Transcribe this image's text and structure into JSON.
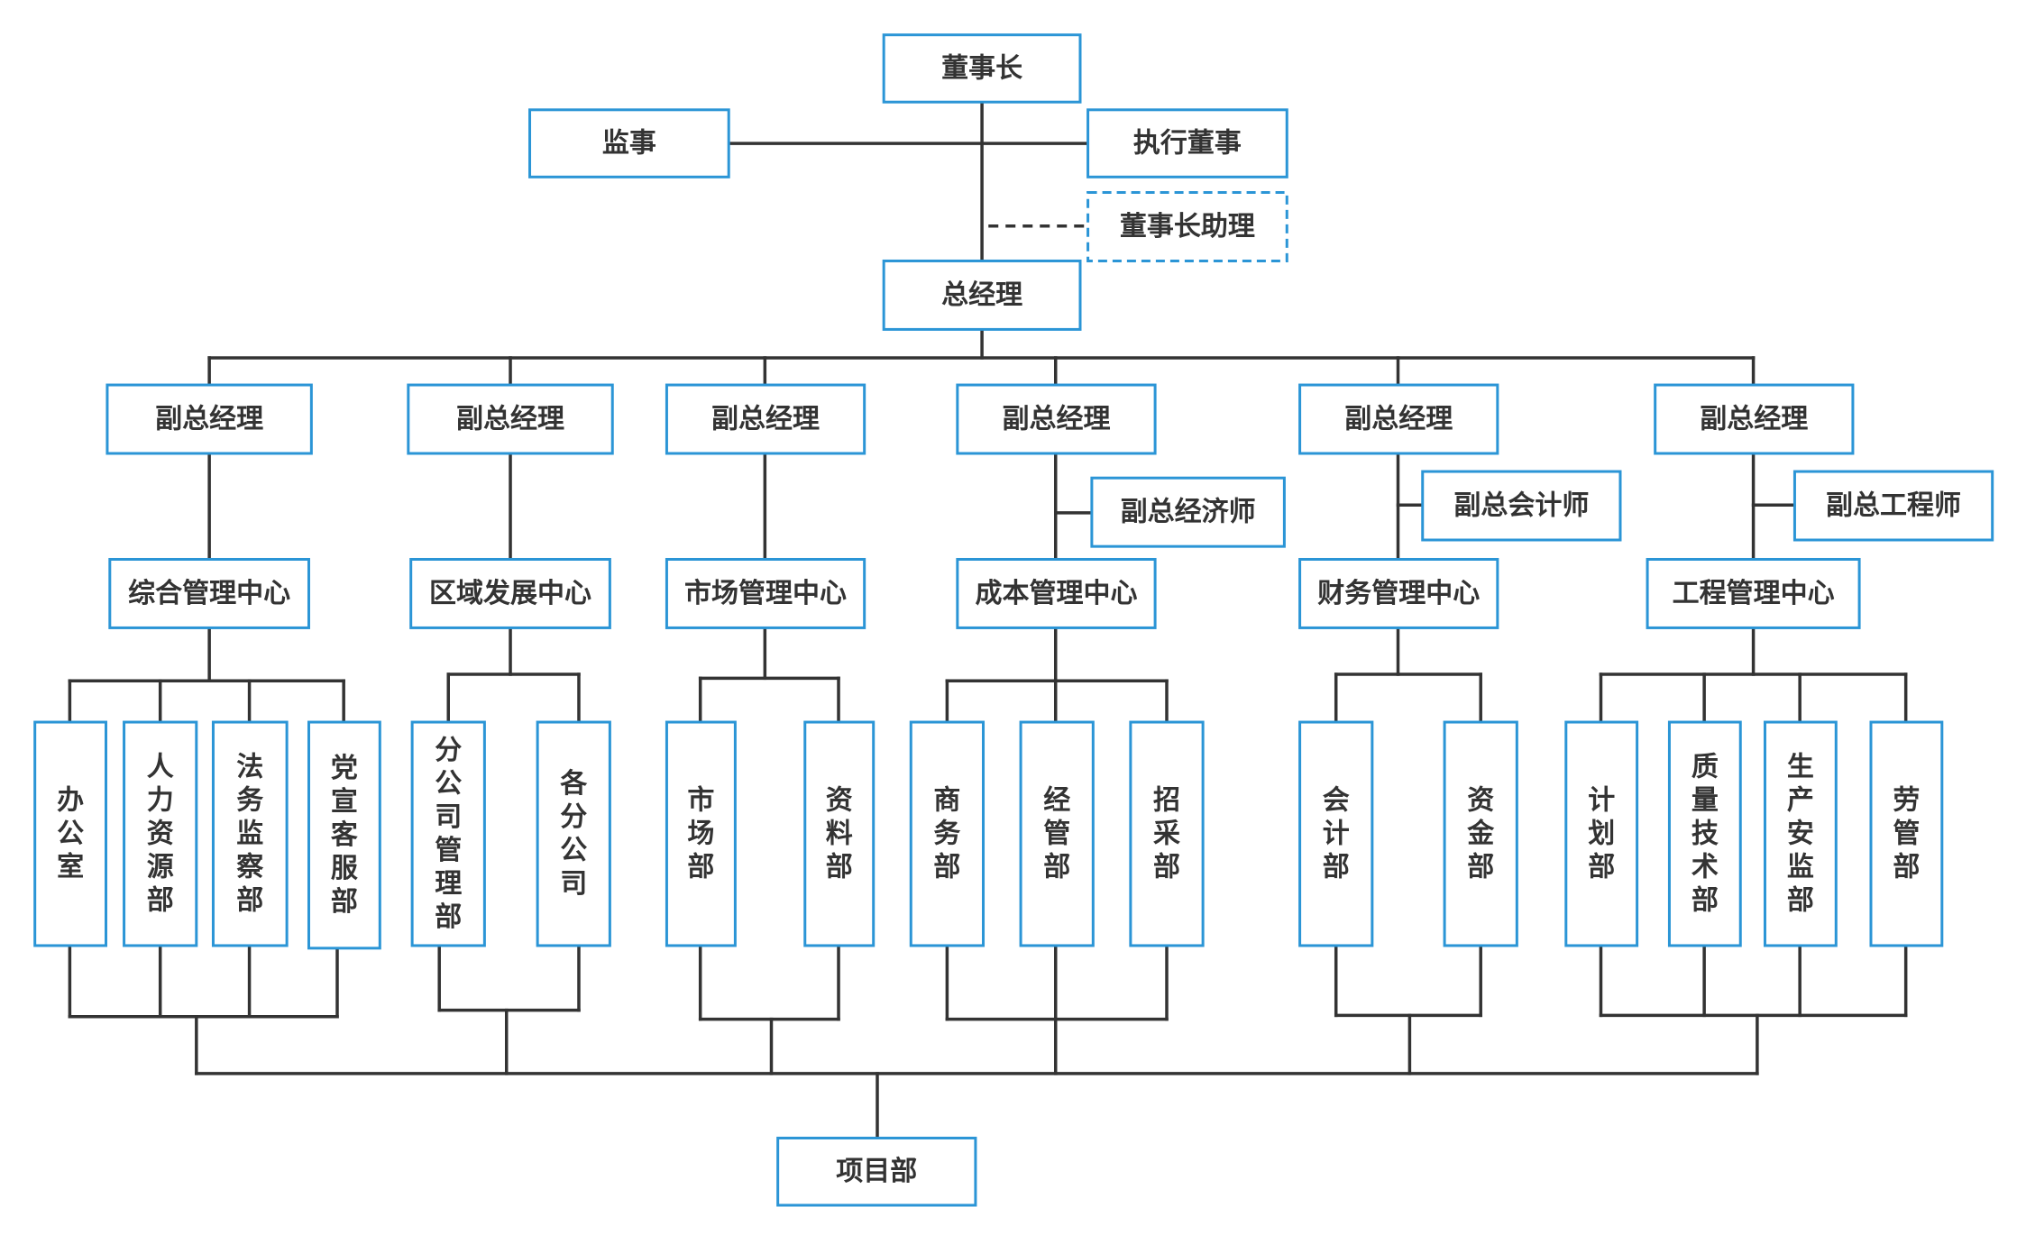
{
  "colors": {
    "box_border": "#2b95d6",
    "line": "#333333",
    "text": "#333333"
  },
  "nodes": {
    "chairman": "董事长",
    "supervisor": "监事",
    "executive_director": "执行董事",
    "chairman_assistant": "董事长助理",
    "general_manager": "总经理",
    "vgm1": "副总经理",
    "vgm2": "副总经理",
    "vgm3": "副总经理",
    "vgm4": "副总经理",
    "vgm5": "副总经理",
    "vgm6": "副总经理",
    "deputy_chief_economist": "副总经济师",
    "deputy_chief_accountant": "副总会计师",
    "deputy_chief_engineer": "副总工程师",
    "center_general_mgmt": "综合管理中心",
    "center_regional_dev": "区域发展中心",
    "center_market_mgmt": "市场管理中心",
    "center_cost_mgmt": "成本管理中心",
    "center_finance_mgmt": "财务管理中心",
    "center_engineering_mgmt": "工程管理中心",
    "dept_office": "办公室",
    "dept_hr": "人力资源部",
    "dept_legal": "法务监察部",
    "dept_party": "党宣客服部",
    "dept_branch_mgmt": "分公司管理部",
    "dept_branches": "各分公司",
    "dept_market": "市场部",
    "dept_data": "资料部",
    "dept_business": "商务部",
    "dept_operations": "经管部",
    "dept_procurement": "招采部",
    "dept_accounting": "会计部",
    "dept_funds": "资金部",
    "dept_planning": "计划部",
    "dept_quality": "质量技术部",
    "dept_safety": "生产安监部",
    "dept_labor": "劳管部",
    "project_dept": "项目部"
  }
}
